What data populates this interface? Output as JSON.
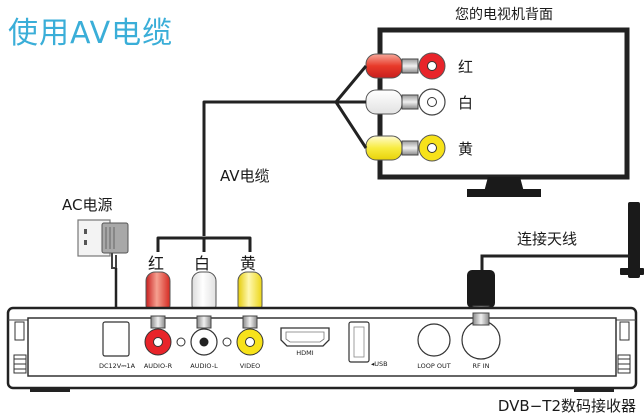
{
  "title": "使用AV电缆",
  "tv": {
    "caption": "您的电视机背面",
    "jacks": [
      {
        "label": "红",
        "color": "#e8242a"
      },
      {
        "label": "白",
        "color": "#ffffff"
      },
      {
        "label": "黄",
        "color": "#f7e21a"
      }
    ]
  },
  "cable_label": "AV电缆",
  "power_label": "AC电源",
  "antenna_label": "连接天线",
  "plugs": [
    {
      "label": "红",
      "color": "#e8242a"
    },
    {
      "label": "白",
      "color": "#ffffff"
    },
    {
      "label": "黄",
      "color": "#f7e21a"
    }
  ],
  "receiver": {
    "caption": "DVB−T2数码接收器",
    "ports": {
      "dc": "DC12V⎓1A",
      "audio_r": "AUDIO-R",
      "audio_l": "AUDIO-L",
      "video": "VIDEO",
      "hdmi": "HDMI",
      "usb": "◂USB",
      "loop_out": "LOOP OUT",
      "rf_in": "RF IN"
    }
  }
}
